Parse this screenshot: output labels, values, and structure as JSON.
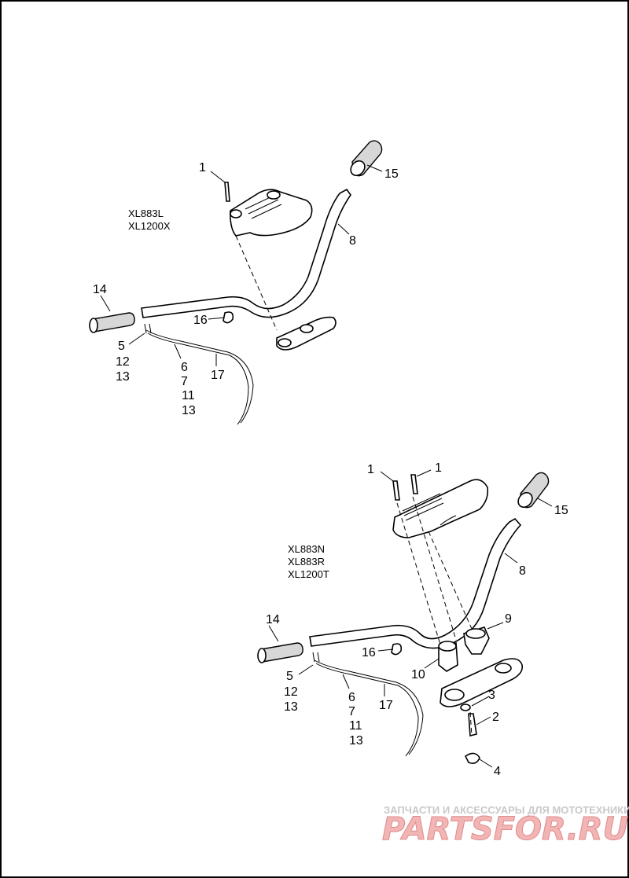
{
  "top_group": {
    "models": [
      "XL883L",
      "XL1200X"
    ],
    "callouts": {
      "c1": "1",
      "c15": "15",
      "c8": "8",
      "c14": "14",
      "c16": "16",
      "c5": "5",
      "c12": "12",
      "c13a": "13",
      "c6": "6",
      "c7": "7",
      "c11": "11",
      "c13b": "13",
      "c17": "17"
    }
  },
  "bottom_group": {
    "models": [
      "XL883N",
      "XL883R",
      "XL1200T"
    ],
    "callouts": {
      "c1a": "1",
      "c1b": "1",
      "c15": "15",
      "c8": "8",
      "c9": "9",
      "c14": "14",
      "c16": "16",
      "c10": "10",
      "c3": "3",
      "c2": "2",
      "c4": "4",
      "c5": "5",
      "c12": "12",
      "c13a": "13",
      "c6": "6",
      "c7": "7",
      "c11": "11",
      "c13b": "13",
      "c17": "17"
    }
  },
  "watermark": {
    "tagline": "ЗАПЧАСТИ И АКСЕССУАРЫ ДЛЯ МОТОТЕХНИКИ",
    "logo": "PARTSFOR.RU"
  }
}
